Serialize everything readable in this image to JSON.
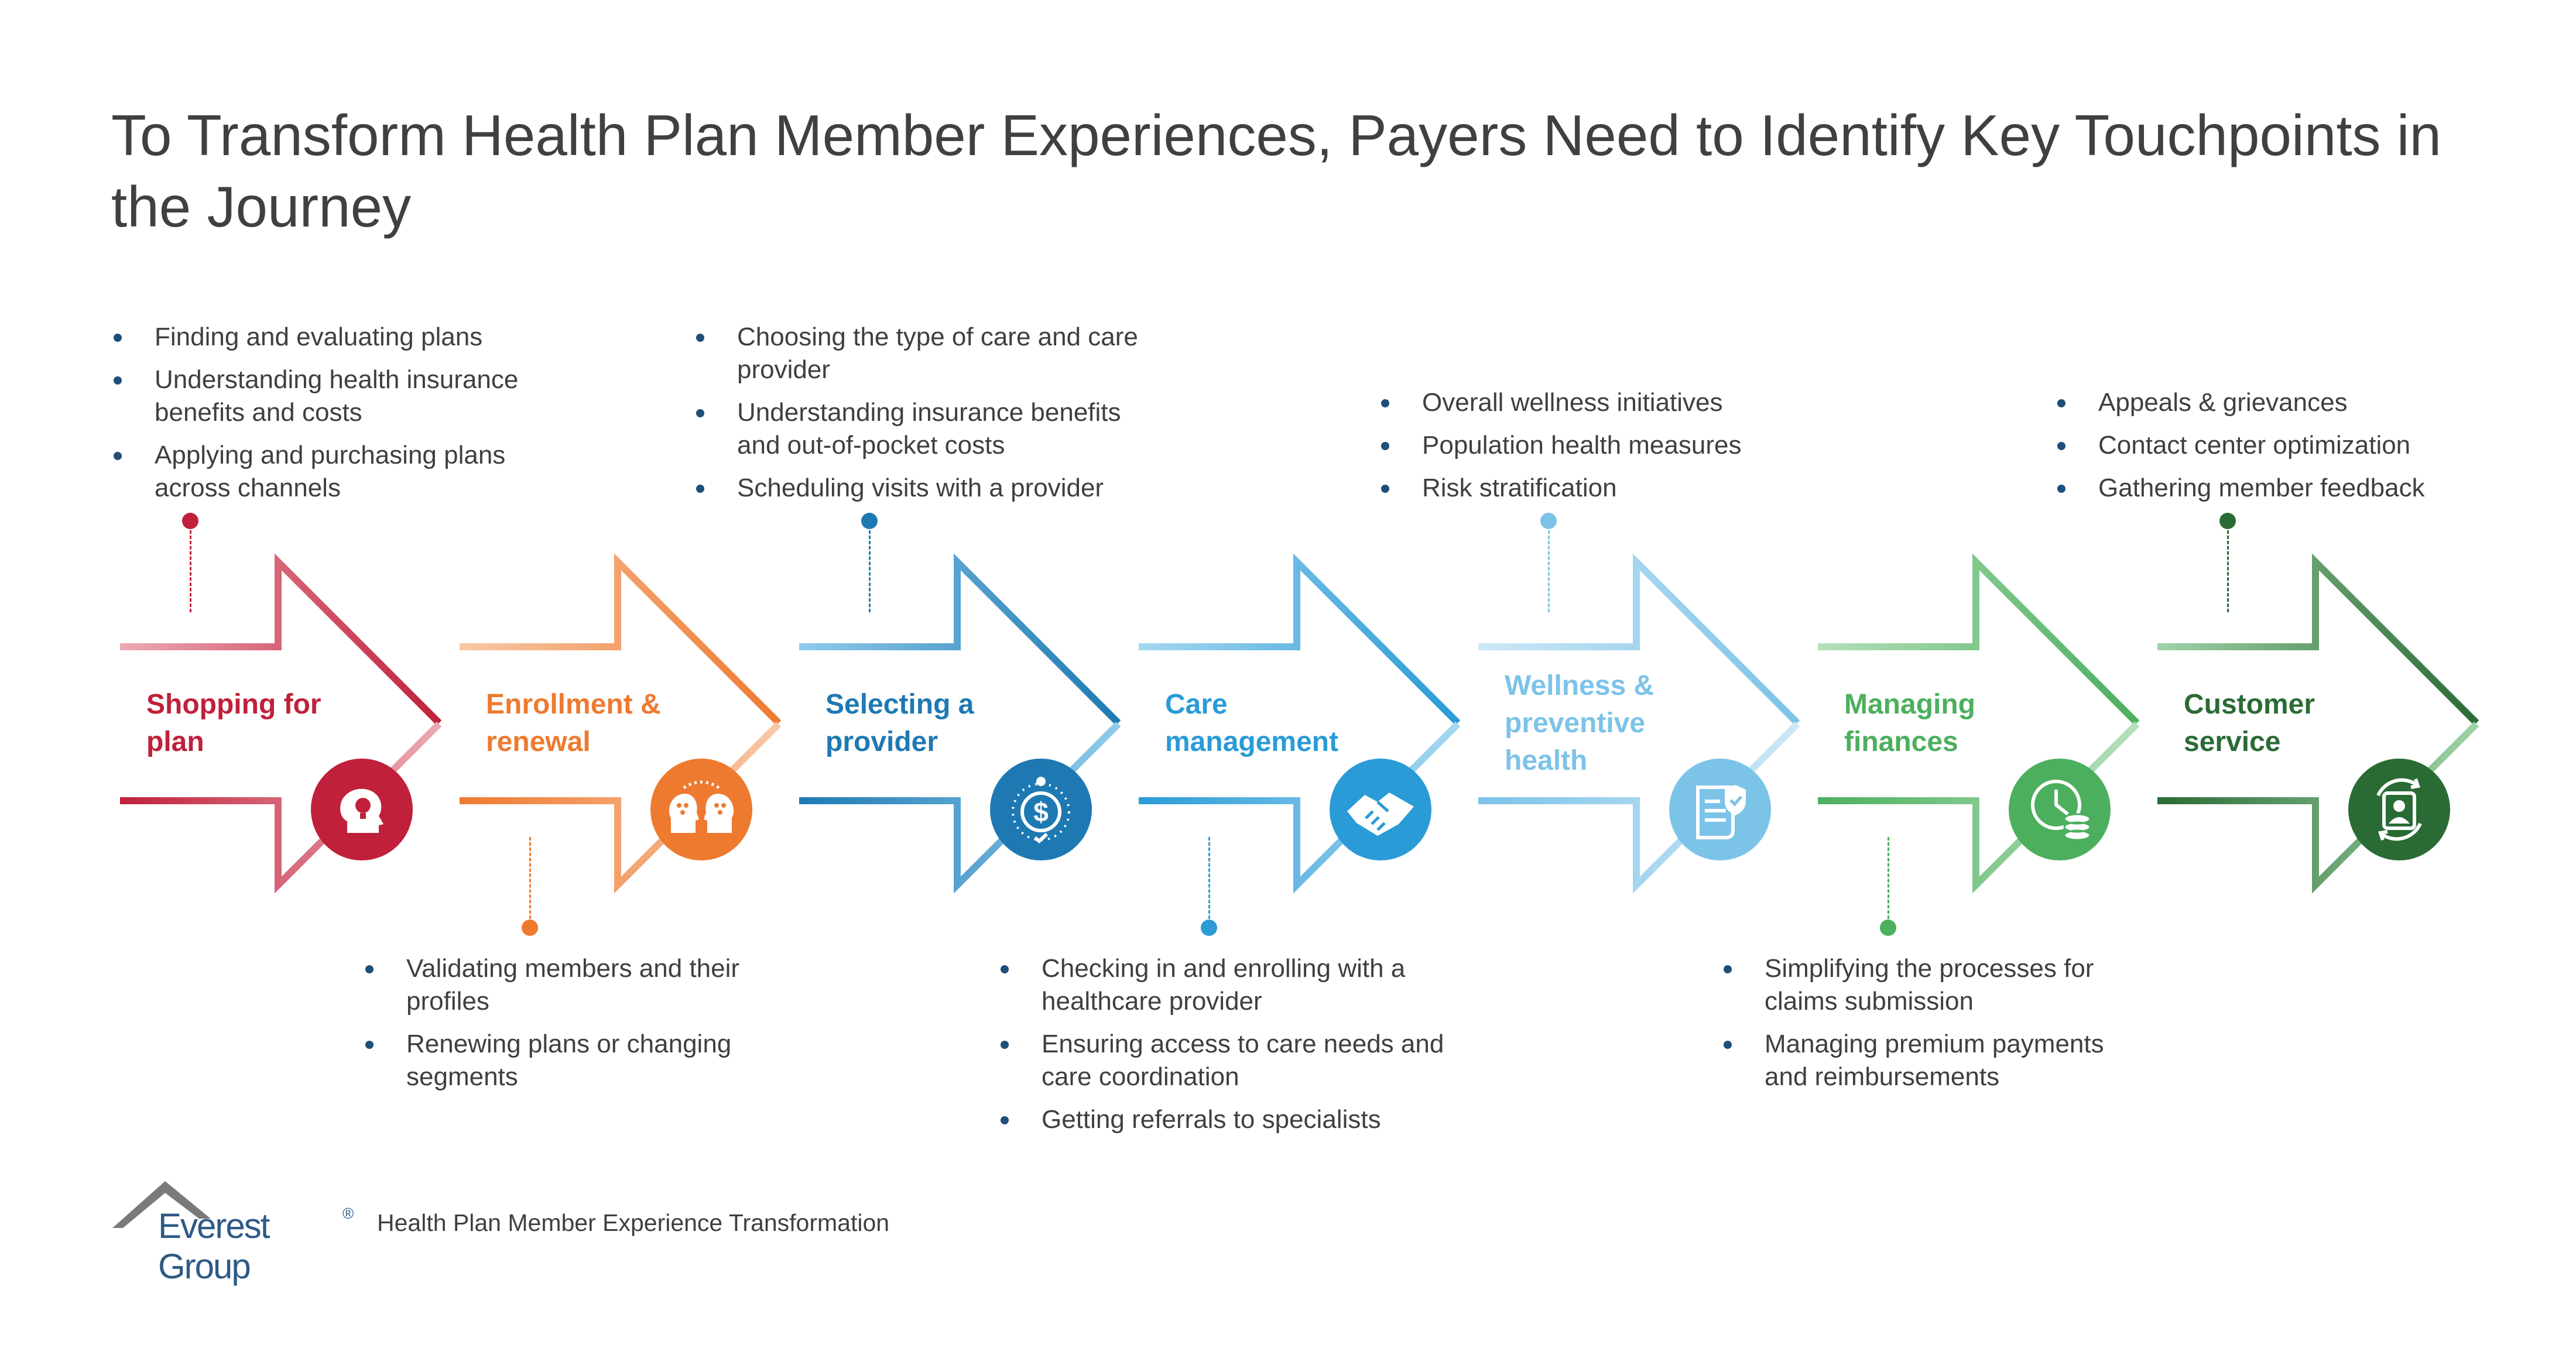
{
  "title": "To Transform Health Plan Member Experiences, Payers Need to Identify Key Touchpoints in the Journey",
  "stages": [
    {
      "label": "Shopping for plan",
      "color": "#c0203a",
      "light": "#ecaab4",
      "icon": "head-lightbulb-icon",
      "position": "top",
      "bullets": [
        "Finding and evaluating plans",
        "Understanding health insurance benefits and costs",
        "Applying and purchasing plans across channels"
      ]
    },
    {
      "label": "Enrollment & renewal",
      "color": "#ee7a30",
      "light": "#f8c8a6",
      "icon": "two-heads-icon",
      "position": "bottom",
      "bullets": [
        "Validating members and their profiles",
        "Renewing plans or changing segments"
      ]
    },
    {
      "label": "Selecting a provider",
      "color": "#1e79b3",
      "light": "#8fcbea",
      "icon": "dollar-coin-icon",
      "position": "top",
      "bullets": [
        "Choosing the type of care and care provider",
        "Understanding insurance benefits and out-of-pocket costs",
        "Scheduling visits with a provider"
      ]
    },
    {
      "label": "Care management",
      "color": "#2a9bd6",
      "light": "#a6d8f1",
      "icon": "handshake-icon",
      "position": "bottom",
      "bullets": [
        "Checking in and enrolling with a healthcare provider",
        "Ensuring access to care needs and care coordination",
        "Getting referrals to specialists"
      ]
    },
    {
      "label": "Wellness & preventive health",
      "color": "#7cc3e8",
      "light": "#cde8f6",
      "icon": "shield-document-icon",
      "position": "top",
      "bullets": [
        "Overall wellness initiatives",
        "Population health measures",
        "Risk stratification"
      ]
    },
    {
      "label": "Managing finances",
      "color": "#4caf5e",
      "light": "#b5e0bb",
      "icon": "clock-coins-icon",
      "position": "bottom",
      "bullets": [
        "Simplifying the processes for claims submission",
        "Managing premium payments and reimbursements"
      ]
    },
    {
      "label": "Customer service",
      "color": "#2a6b35",
      "light": "#9fd3a7",
      "icon": "person-cycle-icon",
      "position": "top",
      "bullets": [
        "Appeals & grievances",
        "Contact center optimization",
        "Gathering member feedback"
      ]
    }
  ],
  "footer": {
    "logo_text": "Everest Group",
    "logo_mark": "®",
    "caption": "Health Plan Member Experience Transformation"
  }
}
